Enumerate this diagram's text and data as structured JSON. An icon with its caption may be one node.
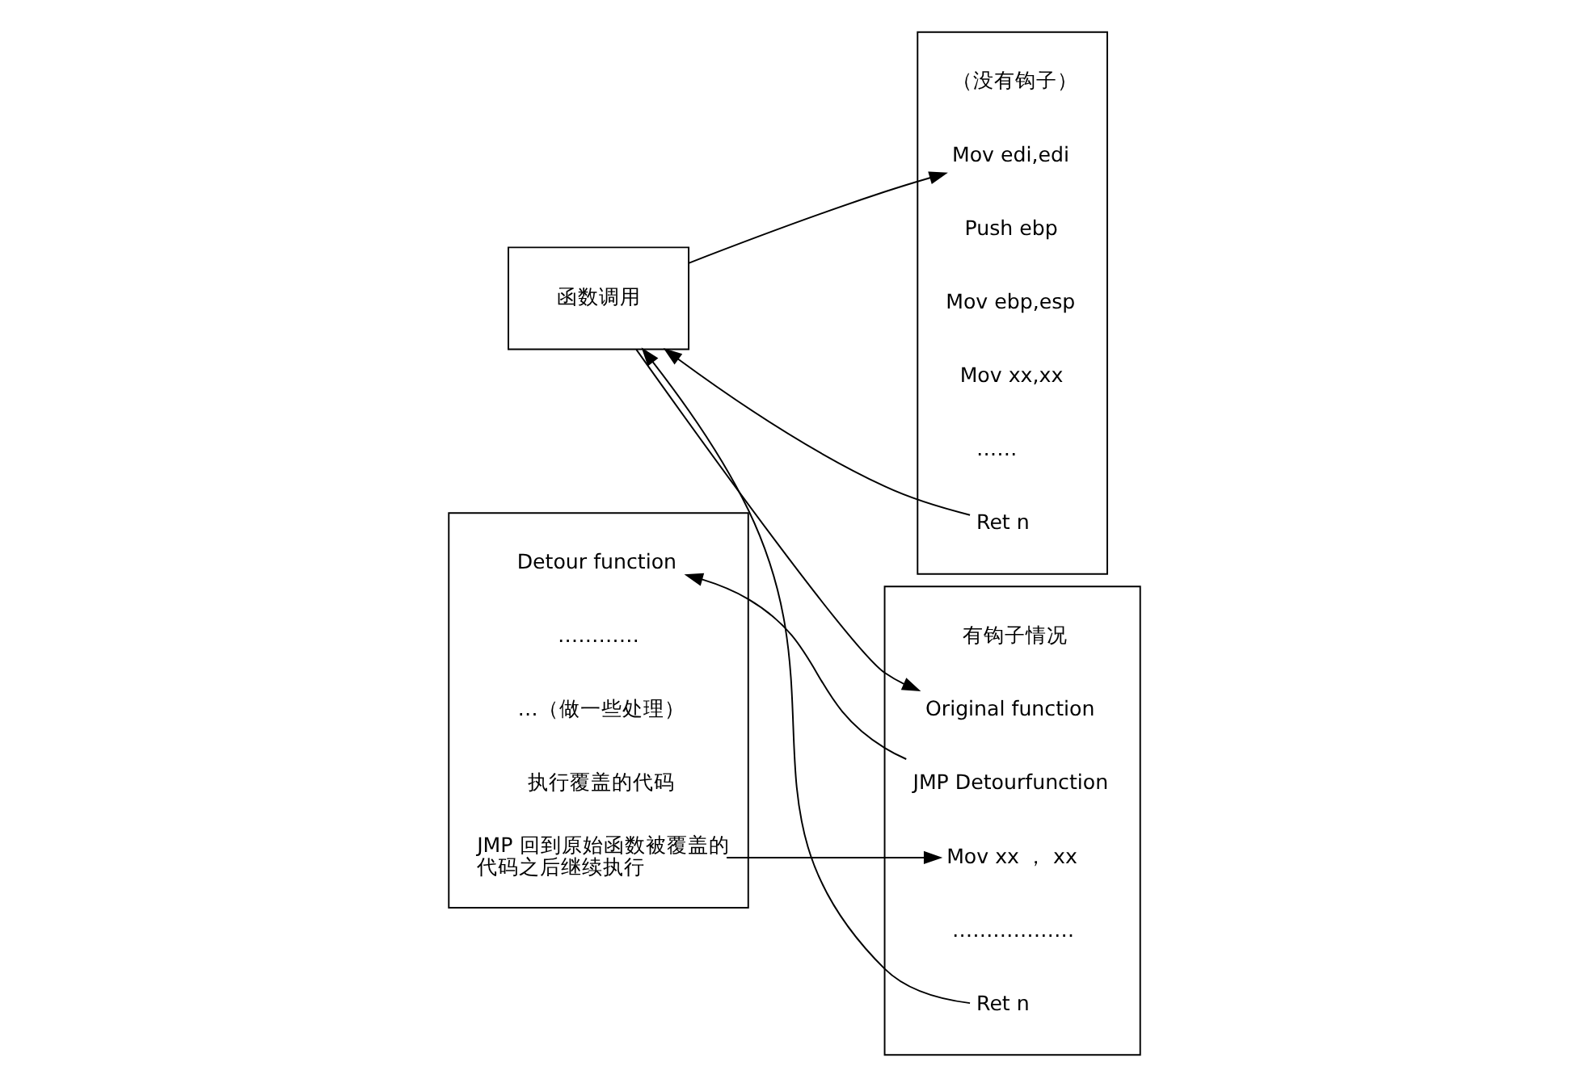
{
  "diagram": {
    "nodes": [
      {
        "text": [
          "函数调用"
        ]
      },
      {
        "text": [],
        "shape": "box"
      },
      {
        "text": [
          "（没有钩子）"
        ],
        "in": 1
      },
      {
        "text": [
          "Mov edi,edi"
        ],
        "in": 1
      },
      {
        "text": [
          "Push ebp"
        ],
        "in": 1
      },
      {
        "text": [
          "Mov ebp,esp"
        ],
        "in": 1
      },
      {
        "text": [
          "Mov xx,xx"
        ],
        "in": 1
      },
      {
        "text": [
          "……"
        ],
        "in": 1
      },
      {
        "text": [
          "Ret n"
        ],
        "in": 1
      },
      {
        "text": [],
        "shape": "box"
      },
      {
        "text": [
          "Detour function"
        ],
        "in": 9
      },
      {
        "text": [
          "…………"
        ],
        "in": 9
      },
      {
        "text": [
          "…（做一些处理）"
        ],
        "in": 9
      },
      {
        "text": [
          "执行覆盖的代码"
        ],
        "in": 9
      },
      {
        "text": [
          "JMP 回到原始函数被覆盖的代码之后继续执行"
        ],
        "in": 9
      },
      {
        "text": [],
        "shape": "box"
      },
      {
        "text": [
          "有钩子情况"
        ],
        "in": 15
      },
      {
        "text": [
          "Original function"
        ],
        "in": 15
      },
      {
        "text": [
          "JMP Detourfunction"
        ],
        "in": 15
      },
      {
        "text": [
          "Mov xx ， xx"
        ],
        "in": 15
      },
      {
        "text": [
          "………………"
        ],
        "in": 15
      },
      {
        "text": [
          "Ret n"
        ],
        "in": 15
      }
    ],
    "edges": [
      {
        "from": 0,
        "to": 3,
        "arrow": "to"
      },
      {
        "from": 8,
        "to": 0,
        "arrow": "to"
      },
      {
        "from": 0,
        "to": 17,
        "arrow": "to"
      },
      {
        "from": 18,
        "to": 10,
        "arrow": "to"
      },
      {
        "from": 14,
        "to": 19,
        "arrow": "to"
      },
      {
        "from": 21,
        "to": 0,
        "arrow": "to"
      }
    ]
  }
}
